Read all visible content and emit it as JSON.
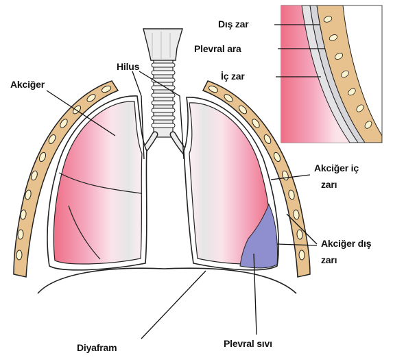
{
  "labels": {
    "dis_zar": "Dış zar",
    "plevral_ara": "Plevral ara",
    "ic_zar": "İç zar",
    "hilus": "Hilus",
    "akciger": "Akciğer",
    "akciger_ic_zari_line1": "Akciğer iç",
    "akciger_ic_zari_line2": "zarı",
    "akciger_dis_zari_line1": "Akciğer dış",
    "akciger_dis_zari_line2": "zarı",
    "diyafram": "Diyafram",
    "plevral_sivi": "Plevral sıvı"
  },
  "colors": {
    "outline": "#222222",
    "lung_pink": "#f4a6bd",
    "lung_red": "#ee6f86",
    "lung_light": "#fbe3ea",
    "pleura_gray": "#d6d6da",
    "fluid_purple": "#8f8fcf",
    "rib_tan": "#e8c28e",
    "rib_bone": "#fbf4cf",
    "trachea": "#ececec"
  }
}
